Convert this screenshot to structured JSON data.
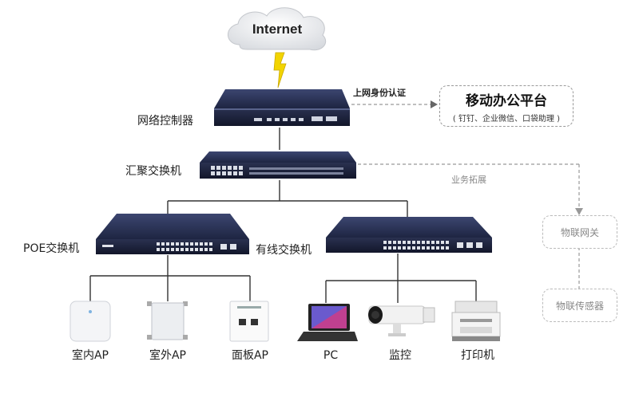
{
  "cloud_label": "Internet",
  "controller_label": "网络控制器",
  "auth_label": "上网身份认证",
  "mobile_platform": {
    "title": "移动办公平台",
    "subtitle": "( 钉钉、企业微信、口袋助理 )"
  },
  "aggregation_switch_label": "汇聚交换机",
  "business_label": "业务拓展",
  "iot_gateway_label": "物联网关",
  "iot_sensor_label": "物联传感器",
  "poe_switch_label": "POE交换机",
  "wired_switch_label": "有线交换机",
  "poe_devices": [
    "室内AP",
    "室外AP",
    "面板AP"
  ],
  "wired_devices": [
    "PC",
    "监控",
    "打印机"
  ]
}
